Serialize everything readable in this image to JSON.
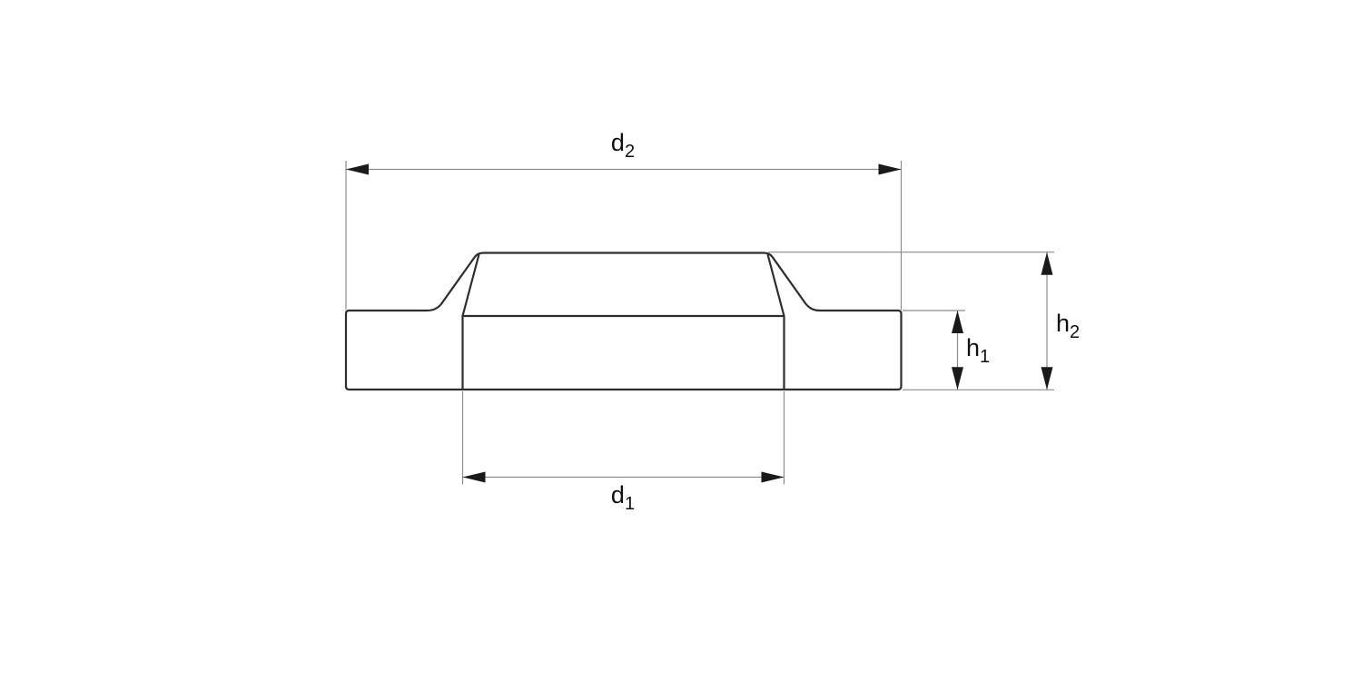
{
  "diagram": {
    "dimensions": {
      "d2": {
        "base": "d",
        "sub": "2"
      },
      "d1": {
        "base": "d",
        "sub": "1"
      },
      "h1": {
        "base": "h",
        "sub": "1"
      },
      "h2": {
        "base": "h",
        "sub": "2"
      }
    },
    "colors": {
      "background": "#ffffff",
      "outline": "#2e2e2e",
      "dimension_line": "#8c8c8c",
      "arrow": "#1a1a1a",
      "label": "#111111"
    }
  }
}
